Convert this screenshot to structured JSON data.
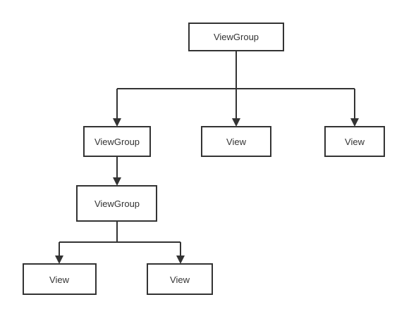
{
  "diagram": {
    "nodes": {
      "root": {
        "label": "ViewGroup"
      },
      "child_viewgroup": {
        "label": "ViewGroup"
      },
      "child_view_1": {
        "label": "View"
      },
      "child_view_2": {
        "label": "View"
      },
      "grandchild_viewgroup": {
        "label": "ViewGroup"
      },
      "leaf_view_1": {
        "label": "View"
      },
      "leaf_view_2": {
        "label": "View"
      }
    },
    "colors": {
      "stroke": "#333333",
      "fill": "#ffffff",
      "text": "#333333"
    }
  }
}
